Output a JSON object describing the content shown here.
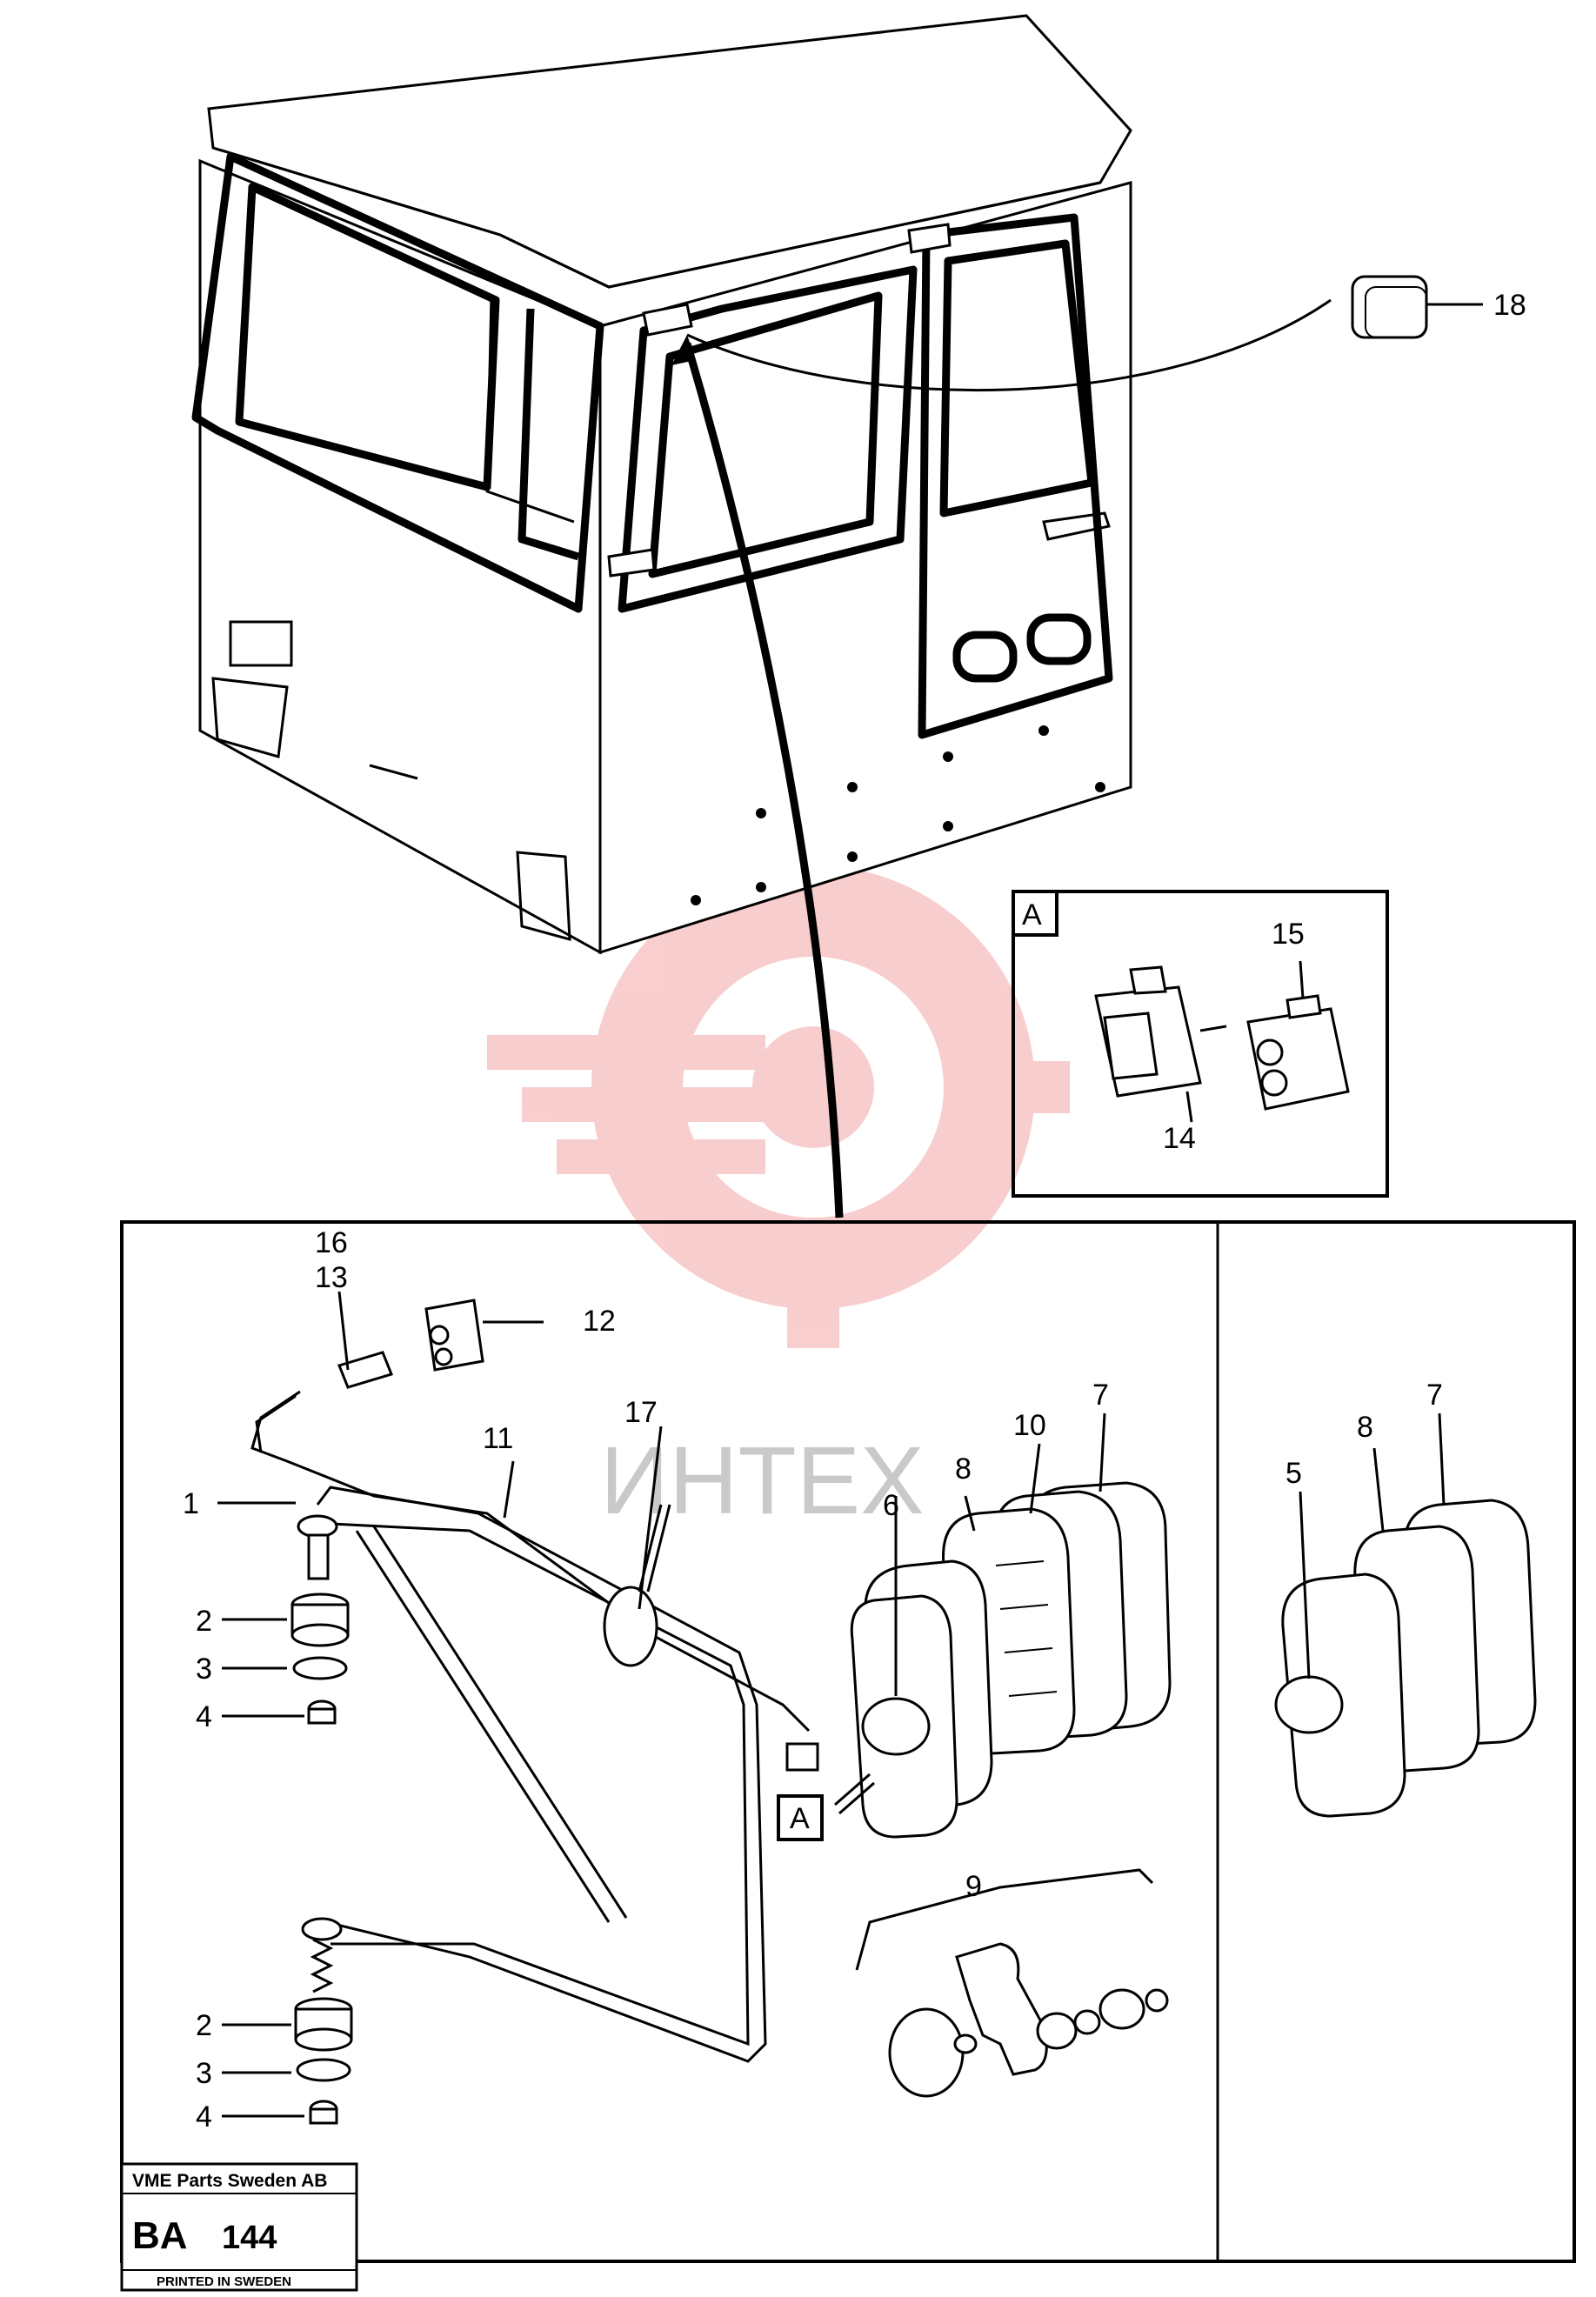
{
  "callouts": {
    "c1": "1",
    "c2a": "2",
    "c3a": "3",
    "c4a": "4",
    "c2b": "2",
    "c3b": "3",
    "c4b": "4",
    "c5": "5",
    "c6": "6",
    "c7a": "7",
    "c7b": "7",
    "c8a": "8",
    "c8b": "8",
    "c9": "9",
    "c10": "10",
    "c11": "11",
    "c12": "12",
    "c13": "13",
    "c14": "14",
    "c15": "15",
    "c16": "16",
    "c17": "17",
    "c18": "18"
  },
  "detail_a": {
    "tag": "A",
    "connector_tag": "A"
  },
  "title_block": {
    "company": "VME Parts Sweden AB",
    "code": "BA",
    "number": "144",
    "printed": "PRINTED IN SWEDEN"
  },
  "watermark": {
    "text": "ИНТЕХ",
    "color": "#f2a0a0"
  }
}
